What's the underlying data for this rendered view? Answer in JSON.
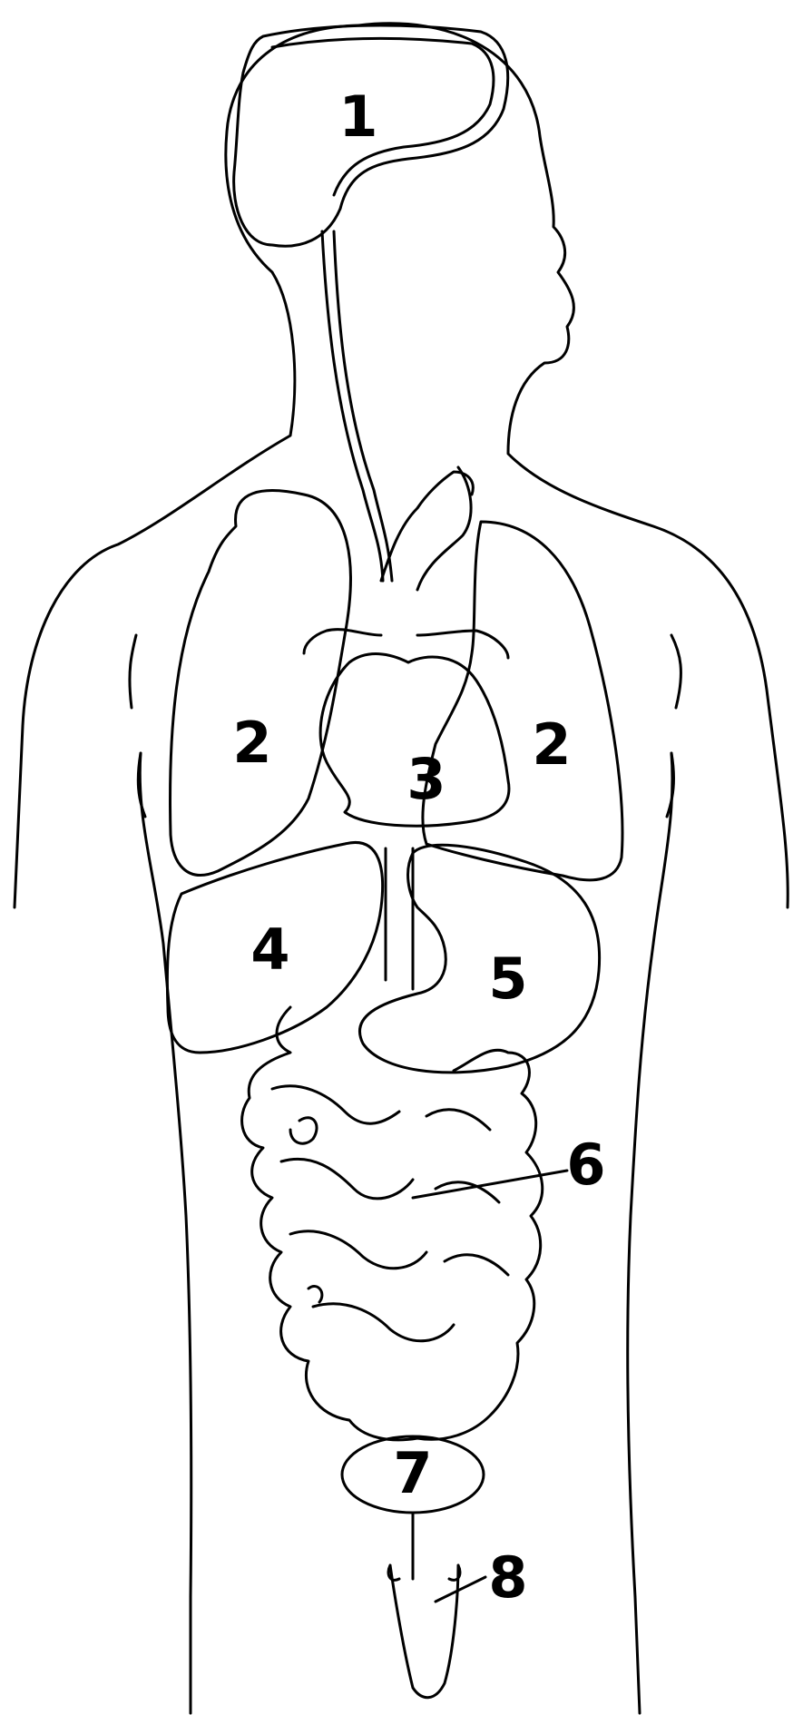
{
  "labels": {
    "brain": "1",
    "lung_left": "2",
    "lung_right": "2",
    "heart": "3",
    "liver": "4",
    "stomach": "5",
    "intestine": "6",
    "bladder": "7",
    "urethra": "8"
  },
  "colors": {
    "line": "#000000",
    "background": "#ffffff"
  }
}
